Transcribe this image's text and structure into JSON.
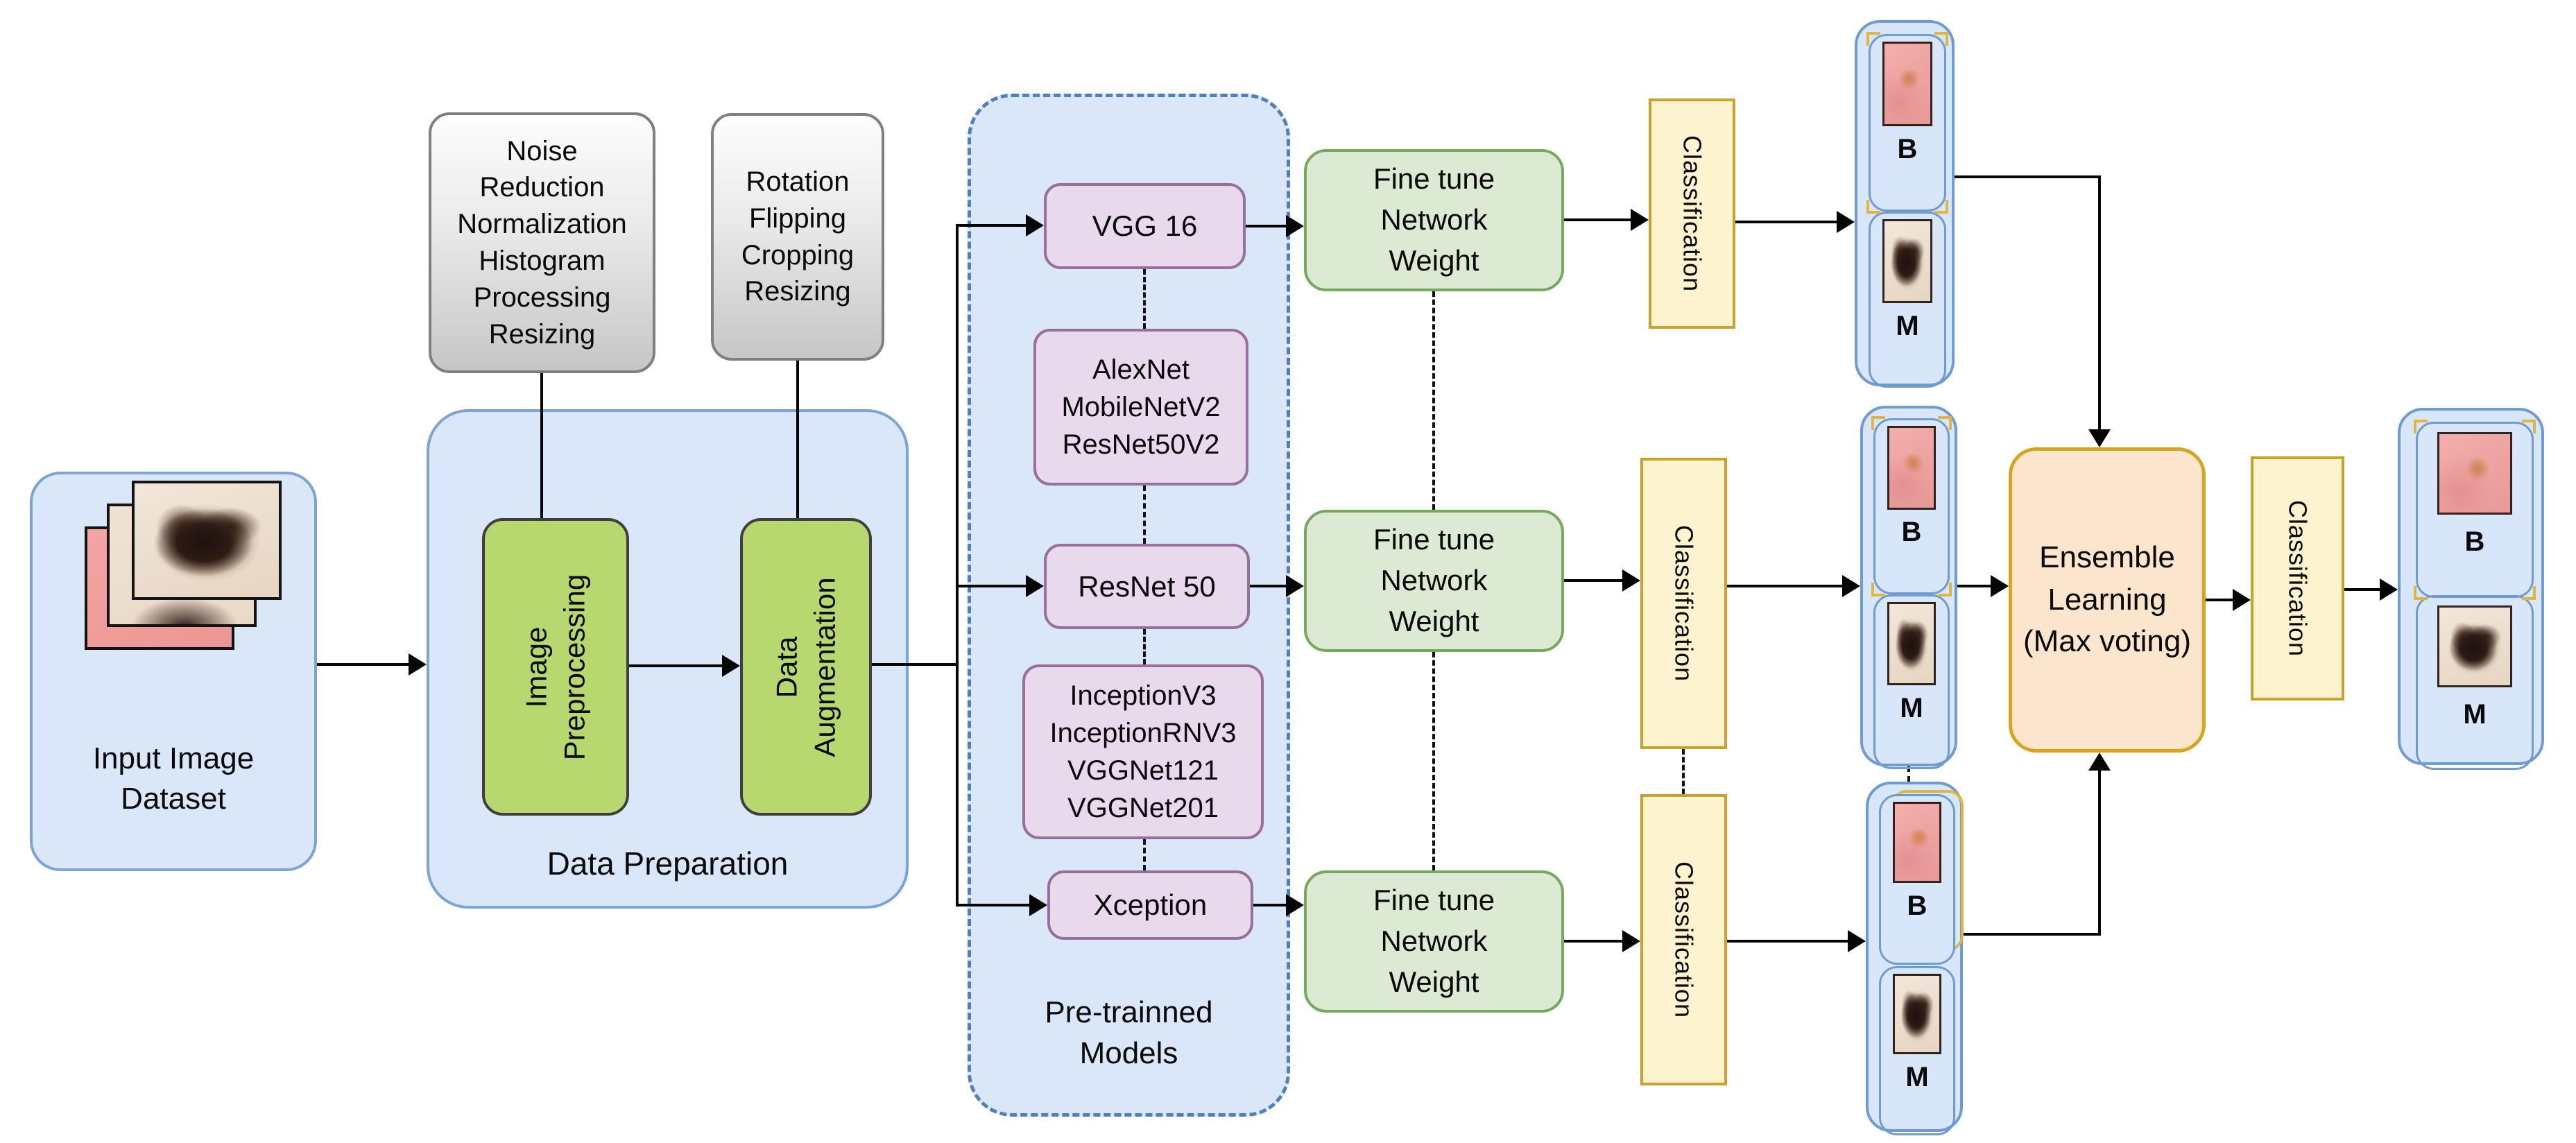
{
  "nodes": {
    "input_dataset": {
      "label": "Input Image Dataset"
    },
    "noise_reduction_box": {
      "lines": [
        "Noise",
        "Reduction",
        "Normalization",
        "Histogram",
        "Processing",
        "Resizing"
      ]
    },
    "augmentation_ops_box": {
      "lines": [
        "Rotation",
        "Flipping",
        "Cropping",
        "Resizing"
      ]
    },
    "data_preparation": {
      "label": "Data Preparation",
      "image_preprocessing": [
        "Image",
        "Preprocessing"
      ],
      "data_augmentation": [
        "Data",
        "Augmentation"
      ]
    },
    "pretrained_models": {
      "label": [
        "Pre-trainned",
        "Models"
      ],
      "vgg16": "VGG 16",
      "alt_models_1": [
        "AlexNet",
        "MobileNetV2",
        "ResNet50V2"
      ],
      "resnet50": "ResNet 50",
      "alt_models_2": [
        "InceptionV3",
        "InceptionRNV3",
        "VGGNet121",
        "VGGNet201"
      ],
      "xception": "Xception"
    },
    "fine_tune": {
      "lines": [
        "Fine tune",
        "Network",
        "Weight"
      ]
    },
    "classification": {
      "label": "Classification"
    },
    "ensemble": {
      "lines": [
        "Ensemble",
        "Learning",
        "(Max voting)"
      ]
    },
    "results": {
      "benign_label": "B",
      "malignant_label": "M"
    }
  },
  "colors": {
    "container_fill": "#d9e7f8",
    "container_border": "#7ba3d6",
    "dashed_border": "#4f7fbf",
    "gray_border": "#7f7f7f",
    "green_fill": "#b7d76f",
    "model_fill": "#e9d9ec",
    "model_border": "#96709b",
    "finetune_fill": "#dcead3",
    "finetune_border": "#76a85e",
    "classification_fill": "#fdf3cf",
    "classification_border": "#c9a22e",
    "ensemble_fill": "#fce5cd",
    "ensemble_border": "#d8a420",
    "card_fill": "#d7e6f8",
    "card_border": "#6f9bd1",
    "accent_yellow": "#e0b63f",
    "arrow": "#050505"
  }
}
